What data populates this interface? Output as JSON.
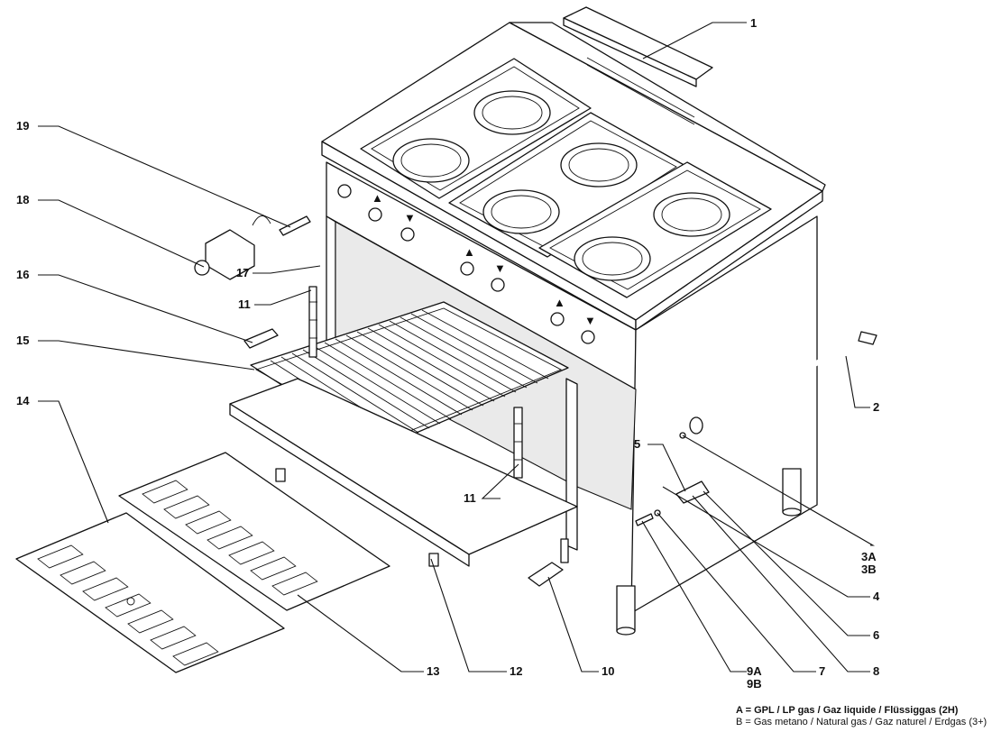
{
  "callouts": {
    "c1": "1",
    "c2": "2",
    "c3a": "3A",
    "c3b": "3B",
    "c4": "4",
    "c5": "5",
    "c6": "6",
    "c7": "7",
    "c8": "8",
    "c9a": "9A",
    "c9b": "9B",
    "c10": "10",
    "c11a": "11",
    "c11b": "11",
    "c12": "12",
    "c13": "13",
    "c14": "14",
    "c15": "15",
    "c16": "16",
    "c17": "17",
    "c18": "18",
    "c19": "19"
  },
  "legend": {
    "a": "A = GPL / LP gas / Gaz liquide / Flüssiggas (2H)",
    "b": "B = Gas metano / Natural gas / Gaz naturel / Erdgas (3+)"
  }
}
